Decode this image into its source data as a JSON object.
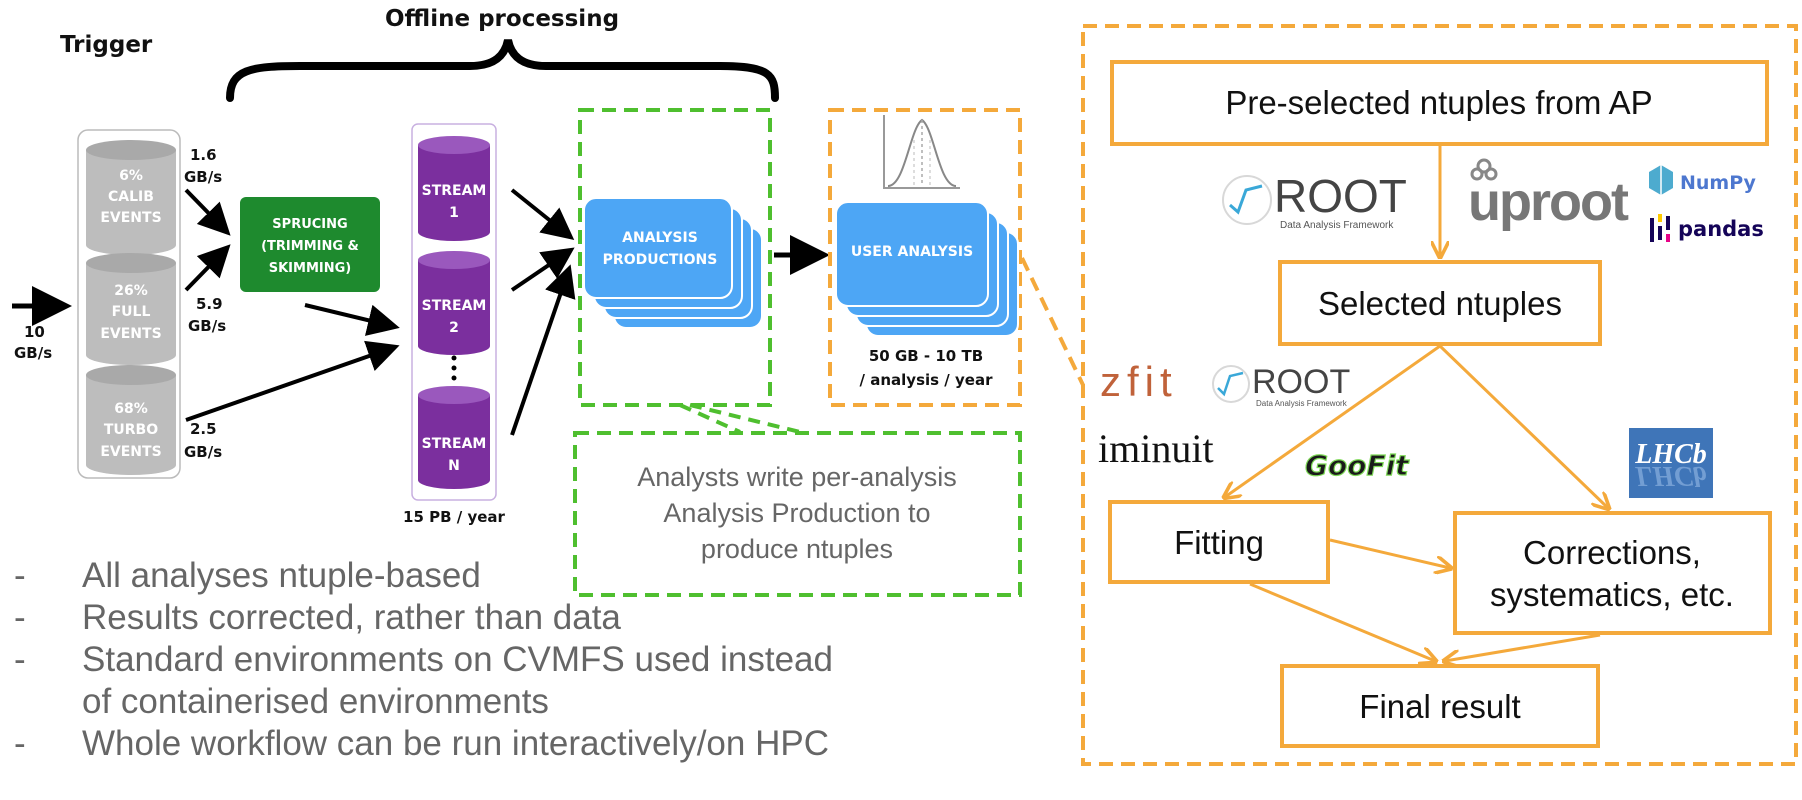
{
  "header": {
    "trigger": "Trigger",
    "offline_processing": "Offline processing"
  },
  "input_rate": {
    "value": "10",
    "unit": "GB/s"
  },
  "streams_in": [
    {
      "pct": "6%",
      "line1": "CALIB",
      "line2": "EVENTS",
      "rate_value": "1.6",
      "rate_unit": "GB/s"
    },
    {
      "pct": "26%",
      "line1": "FULL",
      "line2": "EVENTS",
      "rate_value": "5.9",
      "rate_unit": "GB/s"
    },
    {
      "pct": "68%",
      "line1": "TURBO",
      "line2": "EVENTS",
      "rate_value": "2.5",
      "rate_unit": "GB/s"
    }
  ],
  "sprucing": {
    "line1": "SPRUCING",
    "line2": "(TRIMMING &",
    "line3": "SKIMMING)"
  },
  "streams_out": [
    {
      "name": "STREAM",
      "id": "1"
    },
    {
      "name": "STREAM",
      "id": "2"
    },
    {
      "name": "STREAM",
      "id": "N"
    }
  ],
  "storage_rate": "15 PB / year",
  "analysis_productions": {
    "line1": "ANALYSIS",
    "line2": "PRODUCTIONS"
  },
  "user_analysis": {
    "label": "USER ANALYSIS",
    "size_line1": "50 GB - 10 TB",
    "size_line2": "/ analysis / year"
  },
  "analysts_note": {
    "line1": "Analysts write per-analysis",
    "line2": "Analysis Production to",
    "line3": "produce ntuples"
  },
  "bullets": [
    {
      "dash": "-",
      "text": "All analyses ntuple-based"
    },
    {
      "dash": "-",
      "text": "Results corrected, rather than data"
    },
    {
      "dash": "-",
      "text": "Standard environments on CVMFS used instead"
    },
    {
      "dash": "",
      "text": "of containerised environments"
    },
    {
      "dash": "-",
      "text": "Whole workflow can be run interactively/on HPC"
    }
  ],
  "workflow": {
    "preselected": "Pre-selected ntuples from AP",
    "selected": "Selected ntuples",
    "fitting": "Fitting",
    "corrections_line1": "Corrections,",
    "corrections_line2": "systematics, etc.",
    "final": "Final result"
  },
  "logos": {
    "root_text": "ROOT",
    "root_sub": "Data Analysis Framework",
    "uproot": "uproot",
    "numpy": "NumPy",
    "pandas": "pandas",
    "zfit": "zfit",
    "iminuit": "iminuit",
    "goofit": "GooFit",
    "lhcb": "LHCb"
  },
  "colors": {
    "grey_cyl": "#bdbdbd",
    "green_box": "#1e8a2e",
    "purple_cyl": "#7b2f9e",
    "blue_card": "#4da6f5",
    "orange": "#f4a93b",
    "green_dash": "#4fbf2f",
    "note_text": "#666666"
  }
}
